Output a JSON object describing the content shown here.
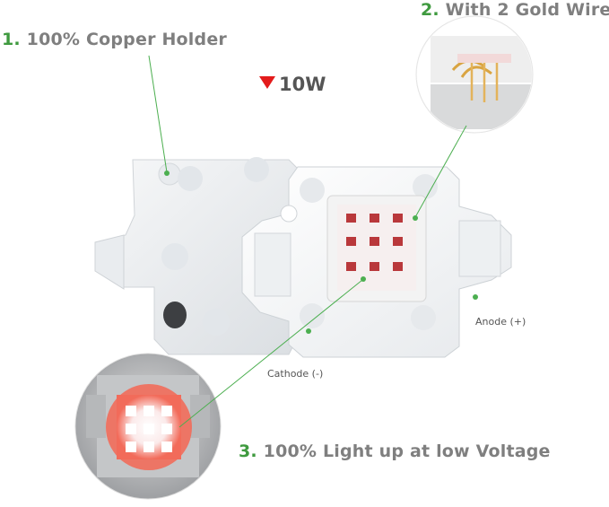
{
  "callouts": [
    {
      "num": "1.",
      "text": "100% Copper Holder"
    },
    {
      "num": "2.",
      "text": "With 2 Gold Wire"
    },
    {
      "num": "3.",
      "text": "100% Light up at low Voltage"
    }
  ],
  "power": "10W",
  "terminals": {
    "anode": "Anode (+)",
    "cathode": "Cathode (-)"
  },
  "colors": {
    "callout_number": "#3f9a3f",
    "callout_text": "#7f7f7f",
    "power_triangle": "#e31b1b",
    "leader_line": "#4caf50",
    "led_die": "#b9383b",
    "lit_led_glow": "#f26b5a"
  }
}
